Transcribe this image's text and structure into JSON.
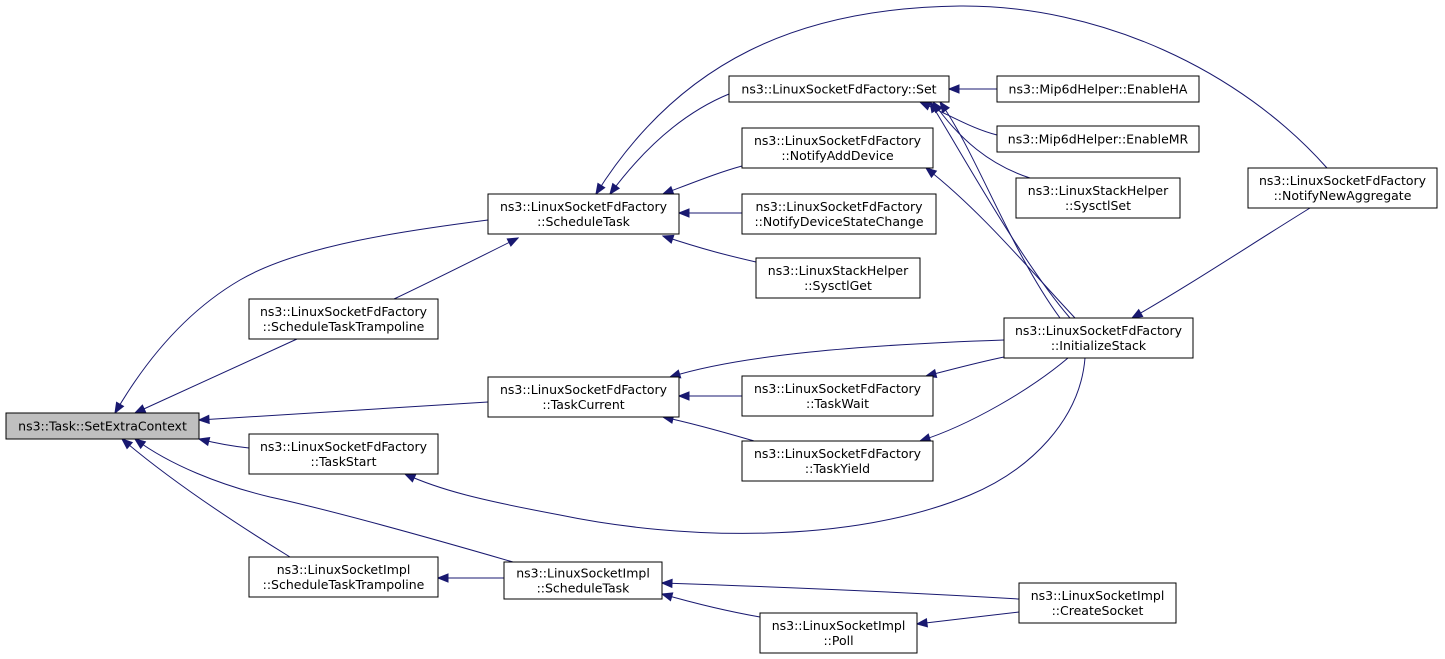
{
  "diagram": {
    "colors": {
      "edge": "#191970",
      "node_border": "#000000",
      "root_fill": "#bfbfbf",
      "node_fill": "#ffffff"
    },
    "nodes": {
      "root": {
        "lines": [
          "ns3::Task::SetExtraContext"
        ],
        "root": true
      },
      "fdScheduleTask": {
        "lines": [
          "ns3::LinuxSocketFdFactory",
          "::ScheduleTask"
        ]
      },
      "fdScheduleTaskTrampoline": {
        "lines": [
          "ns3::LinuxSocketFdFactory",
          "::ScheduleTaskTrampoline"
        ]
      },
      "fdTaskCurrent": {
        "lines": [
          "ns3::LinuxSocketFdFactory",
          "::TaskCurrent"
        ]
      },
      "fdTaskStart": {
        "lines": [
          "ns3::LinuxSocketFdFactory",
          "::TaskStart"
        ]
      },
      "implScheduleTaskTrampoline": {
        "lines": [
          "ns3::LinuxSocketImpl",
          "::ScheduleTaskTrampoline"
        ]
      },
      "implScheduleTask": {
        "lines": [
          "ns3::LinuxSocketImpl",
          "::ScheduleTask"
        ]
      },
      "fdSet": {
        "lines": [
          "ns3::LinuxSocketFdFactory::Set"
        ]
      },
      "fdNotifyAddDevice": {
        "lines": [
          "ns3::LinuxSocketFdFactory",
          "::NotifyAddDevice"
        ]
      },
      "fdNotifyDeviceStateChange": {
        "lines": [
          "ns3::LinuxSocketFdFactory",
          "::NotifyDeviceStateChange"
        ]
      },
      "stackSysctlGet": {
        "lines": [
          "ns3::LinuxStackHelper",
          "::SysctlGet"
        ]
      },
      "fdTaskWait": {
        "lines": [
          "ns3::LinuxSocketFdFactory",
          "::TaskWait"
        ]
      },
      "fdTaskYield": {
        "lines": [
          "ns3::LinuxSocketFdFactory",
          "::TaskYield"
        ]
      },
      "implPoll": {
        "lines": [
          "ns3::LinuxSocketImpl",
          "::Poll"
        ]
      },
      "mipEnableHA": {
        "lines": [
          "ns3::Mip6dHelper::EnableHA"
        ]
      },
      "mipEnableMR": {
        "lines": [
          "ns3::Mip6dHelper::EnableMR"
        ]
      },
      "stackSysctlSet": {
        "lines": [
          "ns3::LinuxStackHelper",
          "::SysctlSet"
        ]
      },
      "fdInitializeStack": {
        "lines": [
          "ns3::LinuxSocketFdFactory",
          "::InitializeStack"
        ]
      },
      "implCreateSocket": {
        "lines": [
          "ns3::LinuxSocketImpl",
          "::CreateSocket"
        ]
      },
      "fdNotifyNewAggregate": {
        "lines": [
          "ns3::LinuxSocketFdFactory",
          "::NotifyNewAggregate"
        ]
      }
    }
  }
}
